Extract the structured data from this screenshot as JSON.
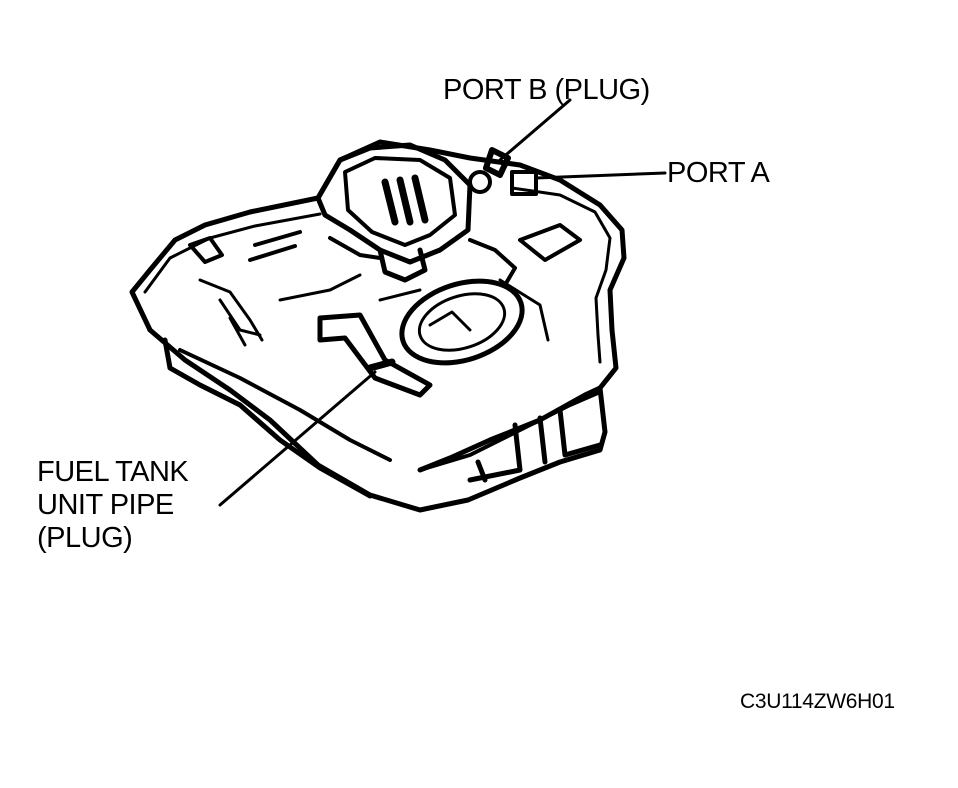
{
  "labels": {
    "port_b": "PORT B (PLUG)",
    "port_a": "PORT A",
    "fuel_tank_unit_pipe": [
      "FUEL TANK",
      "UNIT PIPE",
      "(PLUG)"
    ]
  },
  "figure_id": "C3U114ZW6H01",
  "colors": {
    "line": "#000000",
    "background": "#ffffff"
  }
}
